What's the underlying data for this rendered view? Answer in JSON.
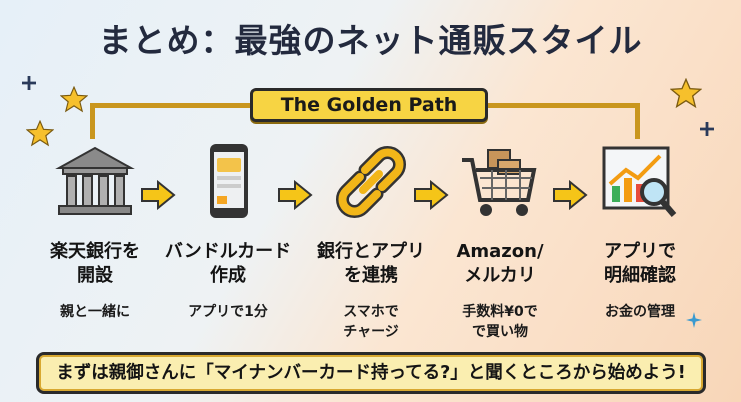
{
  "title": "まとめ：最強のネット通販スタイル",
  "banner": "The Golden Path",
  "steps": [
    {
      "icon": "bank-icon",
      "label1": "楽天銀行を",
      "label2": "開設",
      "sub1": "親と一緒に",
      "sub2": ""
    },
    {
      "icon": "smartphone-icon",
      "label1": "バンドルカード",
      "label2": "作成",
      "sub1": "アプリで1分",
      "sub2": ""
    },
    {
      "icon": "chain-link-icon",
      "label1": "銀行とアプリ",
      "label2": "を連携",
      "sub1": "スマホで",
      "sub2": "チャージ"
    },
    {
      "icon": "shopping-cart-icon",
      "label1": "Amazon/",
      "label2": "メルカリ",
      "sub1": "手数料¥0で",
      "sub2": "で買い物"
    },
    {
      "icon": "chart-magnifier-icon",
      "label1": "アプリで",
      "label2": "明細確認",
      "sub1": "お金の管理",
      "sub2": ""
    }
  ],
  "bottom": "まずは親御さんに「マイナンバーカード持ってる?」と聞くところから始めよう!",
  "colors": {
    "gold": "#f7d443",
    "navy": "#232a3e",
    "arrow": "#f5c518"
  }
}
